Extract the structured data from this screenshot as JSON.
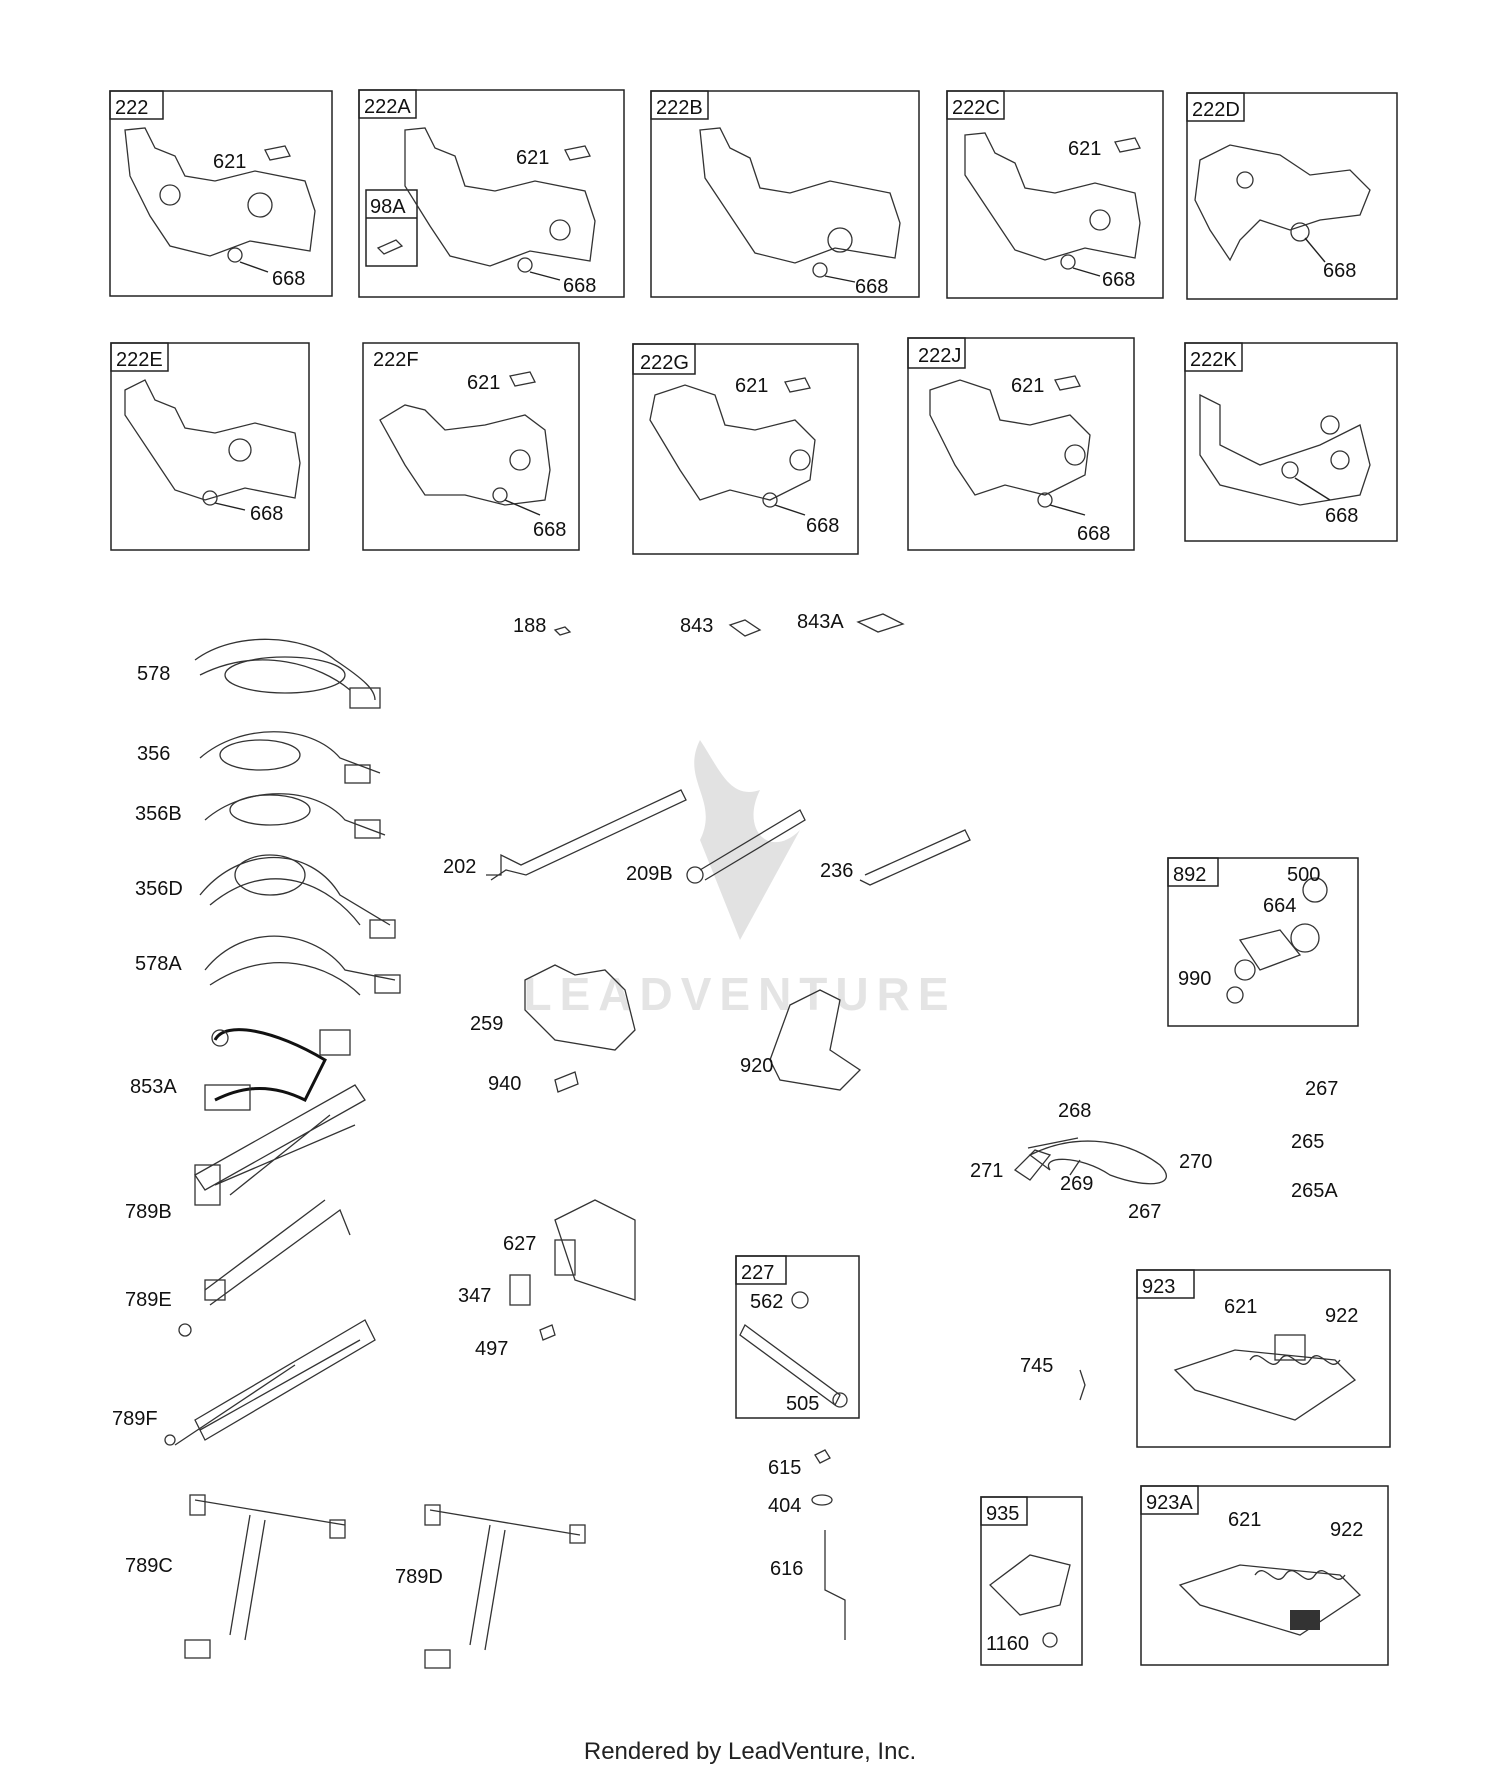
{
  "boxes": [
    {
      "id": "222",
      "labels": [
        "621",
        "668"
      ]
    },
    {
      "id": "222A",
      "labels": [
        "621",
        "668"
      ],
      "sub": "98A"
    },
    {
      "id": "222B",
      "labels": [
        "668"
      ]
    },
    {
      "id": "222C",
      "labels": [
        "621",
        "668"
      ]
    },
    {
      "id": "222D",
      "labels": [
        "668"
      ]
    },
    {
      "id": "222E",
      "labels": [
        "668"
      ]
    },
    {
      "id": "222F",
      "labels": [
        "621",
        "668"
      ]
    },
    {
      "id": "222G",
      "labels": [
        "621",
        "668"
      ]
    },
    {
      "id": "222J",
      "labels": [
        "621",
        "668"
      ]
    },
    {
      "id": "222K",
      "labels": [
        "668"
      ]
    },
    {
      "id": "892",
      "labels": [
        "500",
        "664",
        "990"
      ]
    },
    {
      "id": "227",
      "labels": [
        "562",
        "505"
      ]
    },
    {
      "id": "923",
      "labels": [
        "621",
        "922"
      ]
    },
    {
      "id": "935",
      "labels": [
        "1160"
      ]
    },
    {
      "id": "923A",
      "labels": [
        "621",
        "922"
      ]
    }
  ],
  "parts": [
    "578",
    "356",
    "356B",
    "356D",
    "578A",
    "853A",
    "789B",
    "789E",
    "789F",
    "789C",
    "789D",
    "188",
    "843",
    "843A",
    "202",
    "209B",
    "236",
    "259",
    "940",
    "920",
    "627",
    "347",
    "497",
    "267",
    "268",
    "271",
    "269",
    "270",
    "265",
    "265A",
    "745",
    "615",
    "404",
    "616"
  ],
  "watermark": "LEADVENTURE",
  "footer": "Rendered by LeadVenture, Inc."
}
